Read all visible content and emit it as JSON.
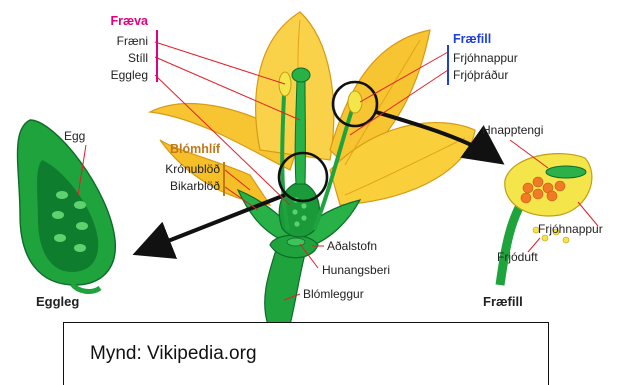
{
  "colors": {
    "pistil_header": "#e4007c",
    "stamen_header": "#1f3fd8",
    "perianth_header": "#c07818",
    "leader_red": "#e0202a",
    "petal_yellow": "#f7c531",
    "petal_edge": "#d89a14",
    "stem_green": "#1fa33d",
    "dark_green": "#0f6b2a",
    "anther_orange": "#f07b24"
  },
  "labels": {
    "pistil_header": "Fræva",
    "pistil_items": [
      "Fræni",
      "Stíll",
      "Eggleg"
    ],
    "stamen_header": "Fræfill",
    "stamen_items": [
      "Frjóhnappur",
      "Frjóþráður"
    ],
    "perianth_header": "Blómhlíf",
    "perianth_items": [
      "Krónublöð",
      "Bikarblöð"
    ],
    "receptacle": "Aðalstofn",
    "nectary": "Hunangsberi",
    "pedicel": "Blómleggur",
    "ovule": "Egg",
    "ovary_detail_title": "Eggleg",
    "connective": "Hnapptengi",
    "anther_detail": "Frjóhnappur",
    "pollen": "Frjóduft",
    "stamen_detail_title": "Fræfill"
  },
  "caption": "Mynd: Vikipedia.org"
}
